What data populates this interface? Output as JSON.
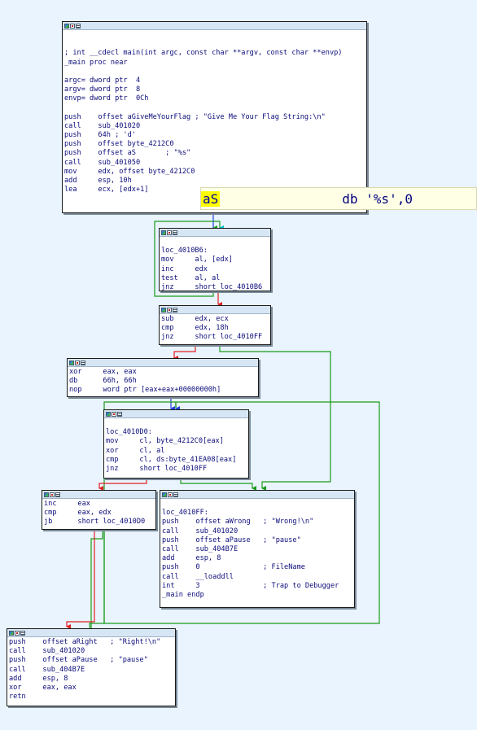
{
  "colors": {
    "background": "#eaf4fe",
    "edge_true": "#1a9a1a",
    "edge_false": "#e02020",
    "edge_uncond": "#2040e0",
    "edge_back": "#00c0c0",
    "tooltip_bg": "#ffffe6",
    "highlight": "#ffff00"
  },
  "header_icons": [
    "color-icon",
    "graph-icon",
    "list-icon"
  ],
  "nodes": {
    "main": [
      "",
      "",
      "; int __cdecl main(int argc, const char **argv, const char **envp)",
      "_main proc near",
      "",
      "argc= dword ptr  4",
      "argv= dword ptr  8",
      "envp= dword ptr  0Ch",
      "",
      "push    offset aGiveMeYourFlag ; \"Give Me Your Flag String:\\n\"",
      "call    sub_401020",
      "push    64h ; 'd'",
      "push    offset byte_4212C0",
      "push    offset aS       ; \"%s\"",
      "call    sub_401050",
      "mov     edx, offset byte_4212C0",
      "add     esp, 10h",
      "lea     ecx, [edx+1]"
    ],
    "loc_4010B6": [
      "",
      "loc_4010B6:",
      "mov     al, [edx]",
      "inc     edx",
      "test    al, al",
      "jnz     short loc_4010B6"
    ],
    "cmp_block": [
      "sub     edx, ecx",
      "cmp     edx, 18h",
      "jnz     short loc_4010FF"
    ],
    "xor_block": [
      "xor     eax, eax",
      "db      66h, 66h",
      "nop     word ptr [eax+eax+00000000h]"
    ],
    "loc_4010D0": [
      "",
      "loc_4010D0:",
      "mov     cl, byte_4212C0[eax]",
      "xor     cl, al",
      "cmp     cl, ds:byte_41EA08[eax]",
      "jnz     short loc_4010FF"
    ],
    "inc_block": [
      "inc     eax",
      "cmp     eax, edx",
      "jb      short loc_4010D0"
    ],
    "loc_4010FF": [
      "",
      "loc_4010FF:",
      "push    offset aWrong   ; \"Wrong!\\n\"",
      "call    sub_401020",
      "push    offset aPause   ; \"pause\"",
      "call    sub_404B7E",
      "add     esp, 8",
      "push    0               ; FileName",
      "call    __loaddll",
      "int     3               ; Trap to Debugger",
      "_main endp"
    ],
    "right_block": [
      "push    offset aRight   ; \"Right!\\n\"",
      "call    sub_401020",
      "push    offset aPause   ; \"pause\"",
      "call    sub_404B7E",
      "add     esp, 8",
      "xor     eax, eax",
      "retn"
    ]
  },
  "tooltip": {
    "name": "aS",
    "declaration": "db '%s',0"
  }
}
